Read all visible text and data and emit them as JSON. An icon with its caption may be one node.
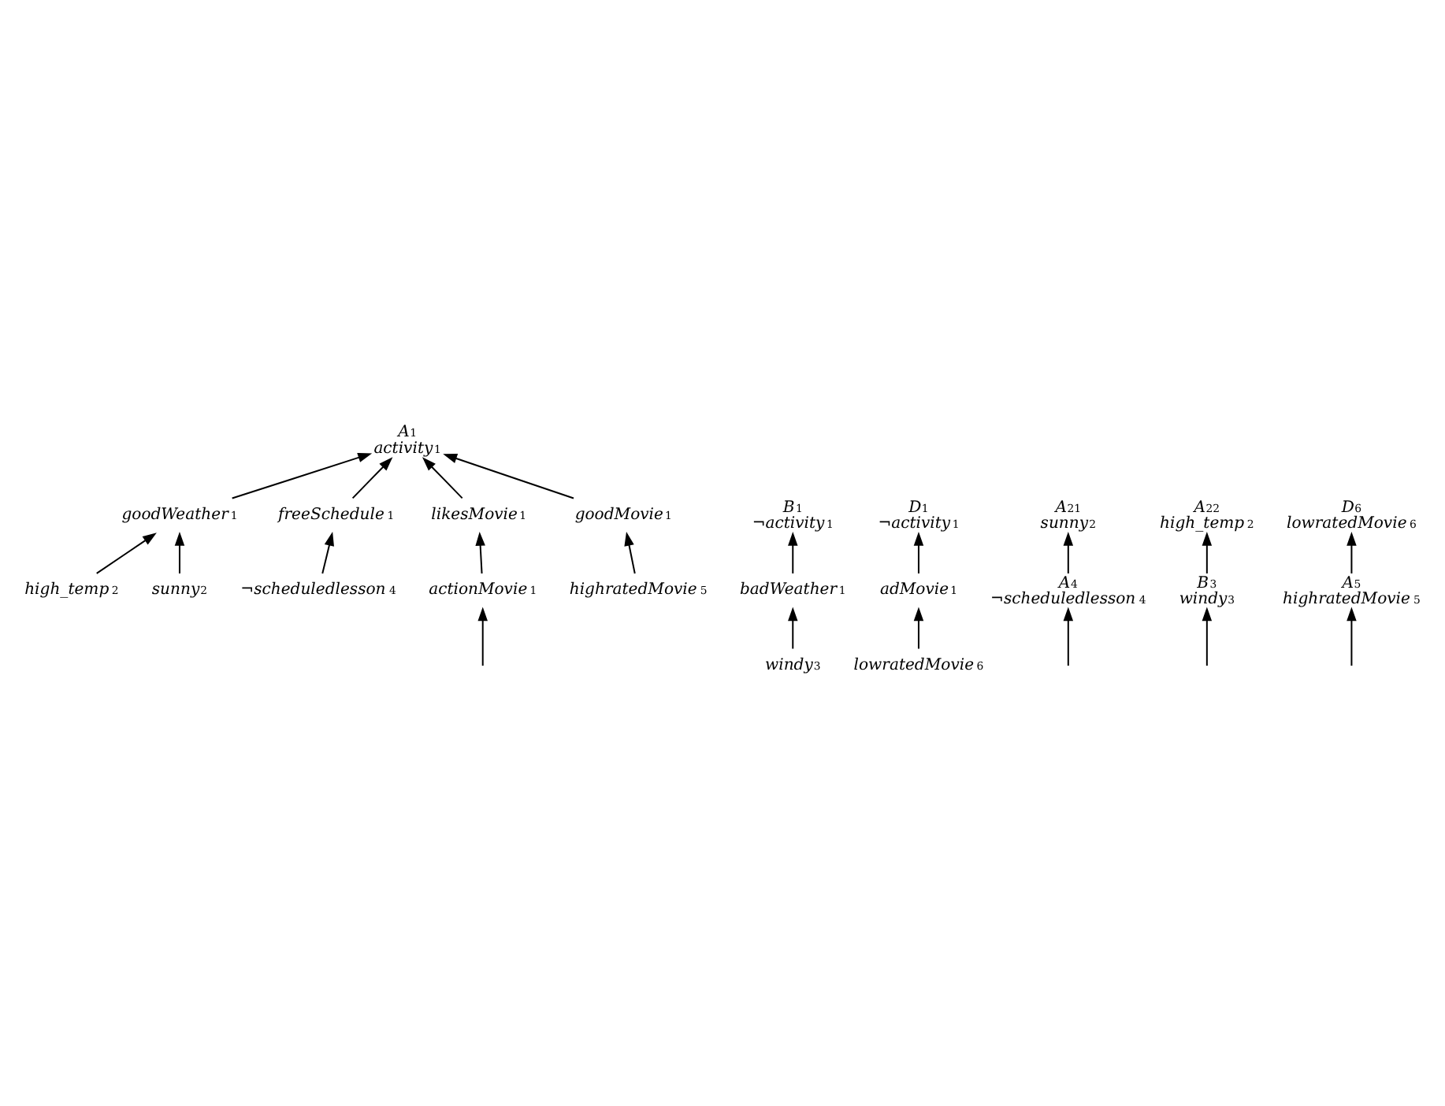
{
  "diagram": {
    "nodes": [
      {
        "text": [
          "A$_{1}$",
          "activity$_{1}$"
        ]
      },
      {
        "text": [
          "goodWeather$_{1}$"
        ]
      },
      {
        "text": [
          "freeSchedule$_{1}$"
        ]
      },
      {
        "text": [
          "likesMovie$_{1}$"
        ]
      },
      {
        "text": [
          "goodMovie$_{1}$"
        ]
      },
      {
        "text": [
          "high_temp$_{2}$"
        ]
      },
      {
        "text": [
          "sunny$_{2}$"
        ]
      },
      {
        "text": [
          "¬scheduledlesson$_{4}$"
        ]
      },
      {
        "text": [
          "actionMovie$_{1}$"
        ]
      },
      {
        "text": [
          "highratedMovie$_{5}$"
        ]
      },
      {
        "text": [
          "B$_{1}$",
          "¬activity$_{1}$"
        ]
      },
      {
        "text": [
          "D$_{1}$",
          "¬activity$_{1}$"
        ]
      },
      {
        "text": [
          "badWeather$_{1}$"
        ]
      },
      {
        "text": [
          "adMovie$_{1}$"
        ]
      },
      {
        "text": [
          "windy$_{3}$"
        ]
      },
      {
        "text": [
          "lowratedMovie$_{6}$"
        ]
      },
      {
        "text": [
          "A$_{21}$",
          "sunny$_{2}$"
        ]
      },
      {
        "text": [
          "A$_{22}$",
          "high_temp$_{2}$"
        ]
      },
      {
        "text": [
          "D$_{6}$",
          "lowratedMovie$_{6}$"
        ]
      },
      {
        "text": [
          "A$_{4}$",
          "¬scheduledlesson$_{4}$"
        ]
      },
      {
        "text": [
          "B$_{3}$",
          "windy$_{3}$"
        ]
      },
      {
        "text": [
          "A$_{5}$",
          "highratedMovie$_{5}$"
        ]
      }
    ],
    "edges": [
      {
        "from": 1,
        "to": 0,
        "arrow": "to"
      },
      {
        "from": 2,
        "to": 0,
        "arrow": "to"
      },
      {
        "from": 3,
        "to": 0,
        "arrow": "to"
      },
      {
        "from": 4,
        "to": 0,
        "arrow": "to"
      },
      {
        "from": 5,
        "to": 1,
        "arrow": "to"
      },
      {
        "from": 6,
        "to": 1,
        "arrow": "to"
      },
      {
        "from": 7,
        "to": 2,
        "arrow": "to"
      },
      {
        "from": 8,
        "to": 3,
        "arrow": "to"
      },
      {
        "from": 9,
        "to": 4,
        "arrow": "to"
      },
      {
        "from": null,
        "to": 8,
        "arrow": "to"
      },
      {
        "from": 12,
        "to": 10,
        "arrow": "to"
      },
      {
        "from": 14,
        "to": 12,
        "arrow": "to"
      },
      {
        "from": 13,
        "to": 11,
        "arrow": "to"
      },
      {
        "from": 15,
        "to": 13,
        "arrow": "to"
      },
      {
        "from": 19,
        "to": 16,
        "arrow": "to"
      },
      {
        "from": 20,
        "to": 17,
        "arrow": "to"
      },
      {
        "from": 21,
        "to": 18,
        "arrow": "to"
      },
      {
        "from": null,
        "to": 19,
        "arrow": "to"
      },
      {
        "from": null,
        "to": 20,
        "arrow": "to"
      },
      {
        "from": null,
        "to": 21,
        "arrow": "to"
      }
    ]
  }
}
